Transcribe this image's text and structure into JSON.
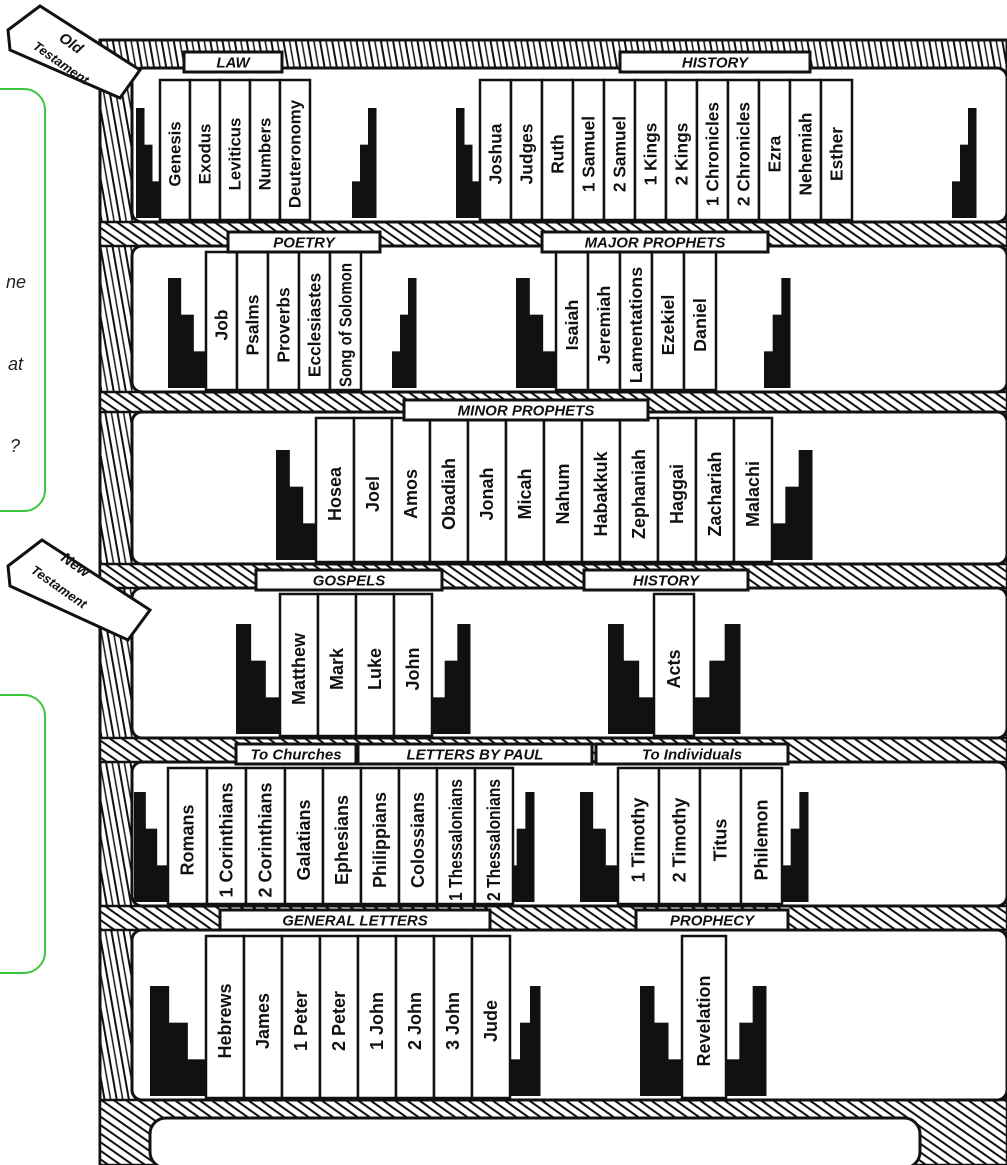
{
  "markers": {
    "old": [
      "Old",
      "Testament"
    ],
    "new": [
      "New",
      "Testament"
    ]
  },
  "sidebar_notes": {
    "top_fragments": [
      "ne",
      "at",
      "?"
    ]
  },
  "shelves": [
    {
      "labels": [
        "LAW",
        "HISTORY"
      ],
      "books": [
        "Genesis",
        "Exodus",
        "Leviticus",
        "Numbers",
        "Deuteronomy",
        "Joshua",
        "Judges",
        "Ruth",
        "1 Samuel",
        "2 Samuel",
        "1 Kings",
        "2 Kings",
        "1 Chronicles",
        "2 Chronicles",
        "Ezra",
        "Nehemiah",
        "Esther"
      ]
    },
    {
      "labels": [
        "POETRY",
        "MAJOR PROPHETS"
      ],
      "books": [
        "Job",
        "Psalms",
        "Proverbs",
        "Ecclesiastes",
        "Song of Solomon",
        "Isaiah",
        "Jeremiah",
        "Lamentations",
        "Ezekiel",
        "Daniel"
      ]
    },
    {
      "labels": [
        "MINOR PROPHETS"
      ],
      "books": [
        "Hosea",
        "Joel",
        "Amos",
        "Obadiah",
        "Jonah",
        "Micah",
        "Nahum",
        "Habakkuk",
        "Zephaniah",
        "Haggai",
        "Zachariah",
        "Malachi"
      ]
    },
    {
      "labels": [
        "GOSPELS",
        "HISTORY"
      ],
      "books": [
        "Matthew",
        "Mark",
        "Luke",
        "John",
        "Acts"
      ]
    },
    {
      "labels": [
        "To Churches",
        "LETTERS BY PAUL",
        "To Individuals"
      ],
      "books": [
        "Romans",
        "1 Corinthians",
        "2 Corinthians",
        "Galatians",
        "Ephesians",
        "Philippians",
        "Colossians",
        "1 Thessalonians",
        "2 Thessalonians",
        "1 Timothy",
        "2 Timothy",
        "Titus",
        "Philemon"
      ]
    },
    {
      "labels": [
        "GENERAL LETTERS",
        "PROPHECY"
      ],
      "books": [
        "Hebrews",
        "James",
        "1 Peter",
        "2 Peter",
        "1 John",
        "2 John",
        "3 John",
        "Jude",
        "Revelation"
      ]
    }
  ]
}
